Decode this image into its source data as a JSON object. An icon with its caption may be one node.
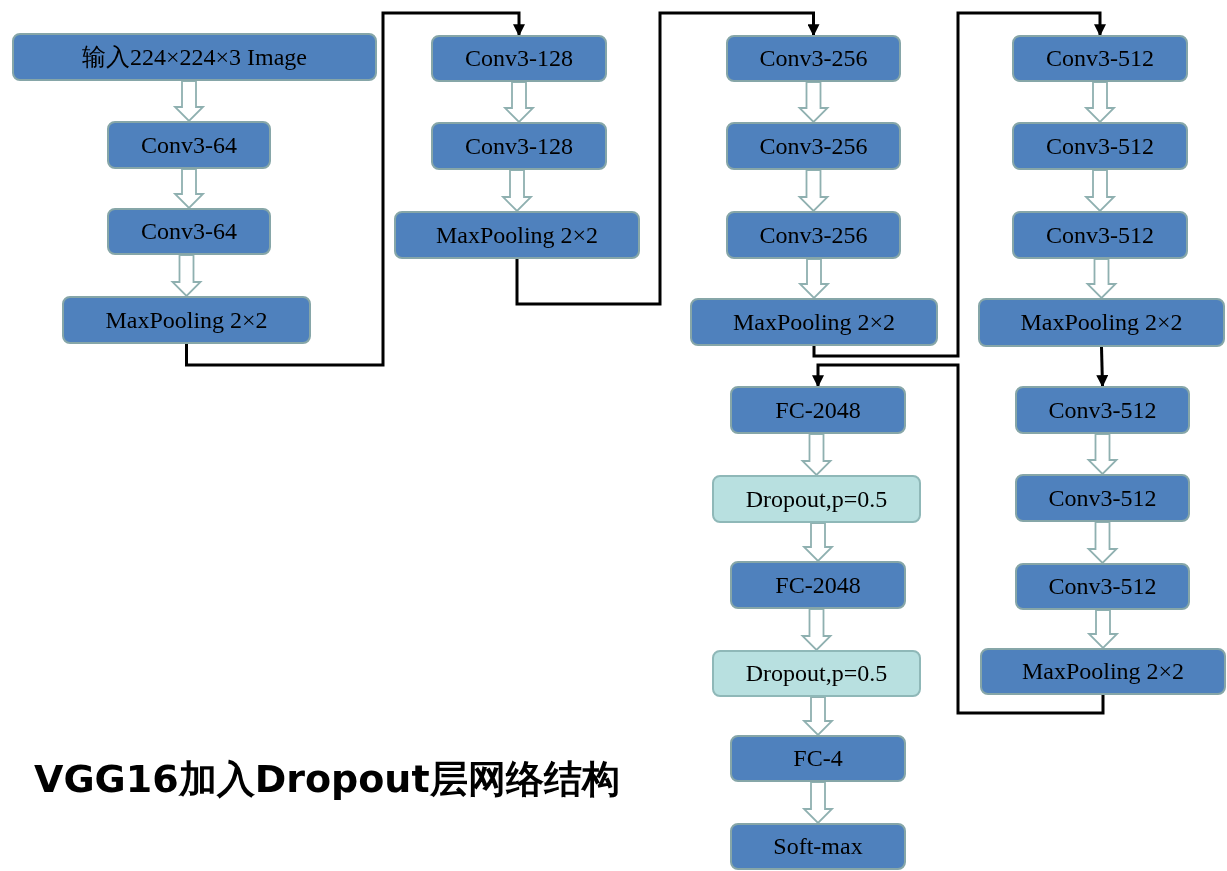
{
  "diagram": {
    "title": "VGG16加入Dropout层网络结构",
    "nodes": [
      {
        "text": [
          "输入224×224×3 Image"
        ]
      },
      {
        "text": [
          "Conv3-64"
        ]
      },
      {
        "text": [
          "Conv3-64"
        ]
      },
      {
        "text": [
          "MaxPooling 2×2"
        ]
      },
      {
        "text": [
          "Conv3-128"
        ]
      },
      {
        "text": [
          "Conv3-128"
        ]
      },
      {
        "text": [
          "MaxPooling 2×2"
        ]
      },
      {
        "text": [
          "Conv3-256"
        ]
      },
      {
        "text": [
          "Conv3-256"
        ]
      },
      {
        "text": [
          "Conv3-256"
        ]
      },
      {
        "text": [
          "MaxPooling 2×2"
        ]
      },
      {
        "text": [
          "Conv3-512"
        ]
      },
      {
        "text": [
          "Conv3-512"
        ]
      },
      {
        "text": [
          "Conv3-512"
        ]
      },
      {
        "text": [
          "MaxPooling 2×2"
        ]
      },
      {
        "text": [
          "Conv3-512"
        ]
      },
      {
        "text": [
          "Conv3-512"
        ]
      },
      {
        "text": [
          "Conv3-512"
        ]
      },
      {
        "text": [
          "MaxPooling 2×2"
        ]
      },
      {
        "text": [
          "FC-2048"
        ]
      },
      {
        "text": [
          "Dropout,p=0.5"
        ]
      },
      {
        "text": [
          "FC-2048"
        ]
      },
      {
        "text": [
          "Dropout,p=0.5"
        ]
      },
      {
        "text": [
          "FC-4"
        ]
      },
      {
        "text": [
          "Soft-max"
        ]
      }
    ],
    "edges": [
      {
        "from": 0,
        "to": 1,
        "arrow": "to"
      },
      {
        "from": 1,
        "to": 2,
        "arrow": "to"
      },
      {
        "from": 2,
        "to": 3,
        "arrow": "to"
      },
      {
        "from": 3,
        "to": 4,
        "arrow": "to",
        "color": "#000000"
      },
      {
        "from": 4,
        "to": 5,
        "arrow": "to"
      },
      {
        "from": 5,
        "to": 6,
        "arrow": "to"
      },
      {
        "from": 6,
        "to": 7,
        "arrow": "to",
        "color": "#000000"
      },
      {
        "from": 7,
        "to": 8,
        "arrow": "to"
      },
      {
        "from": 8,
        "to": 9,
        "arrow": "to"
      },
      {
        "from": 9,
        "to": 10,
        "arrow": "to"
      },
      {
        "from": 10,
        "to": 11,
        "arrow": "to",
        "color": "#000000"
      },
      {
        "from": 11,
        "to": 12,
        "arrow": "to"
      },
      {
        "from": 12,
        "to": 13,
        "arrow": "to"
      },
      {
        "from": 13,
        "to": 14,
        "arrow": "to"
      },
      {
        "from": 14,
        "to": 15,
        "arrow": "to",
        "color": "#000000"
      },
      {
        "from": 15,
        "to": 16,
        "arrow": "to"
      },
      {
        "from": 16,
        "to": 17,
        "arrow": "to"
      },
      {
        "from": 17,
        "to": 18,
        "arrow": "to"
      },
      {
        "from": 18,
        "to": 19,
        "arrow": "to",
        "color": "#000000"
      },
      {
        "from": 19,
        "to": 20,
        "arrow": "to"
      },
      {
        "from": 20,
        "to": 21,
        "arrow": "to"
      },
      {
        "from": 21,
        "to": 22,
        "arrow": "to"
      },
      {
        "from": 22,
        "to": 23,
        "arrow": "to"
      },
      {
        "from": 23,
        "to": 24,
        "arrow": "to"
      }
    ]
  }
}
